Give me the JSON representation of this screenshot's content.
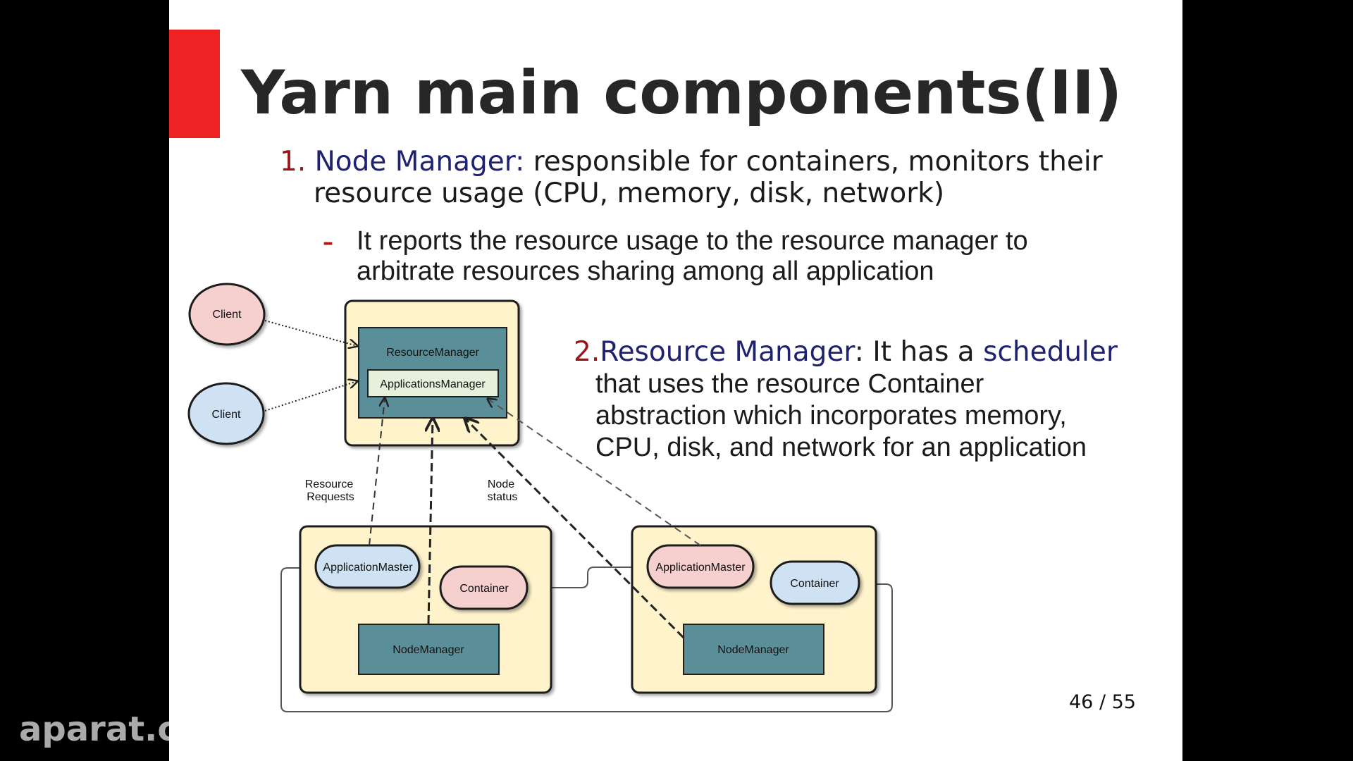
{
  "slide": {
    "title": "Yarn main components(II)",
    "point1": {
      "number": "1.",
      "term": "Node Manager",
      "colon": ":",
      "line1_rest": " responsible for containers, monitors their",
      "line2": "resource usage (CPU, memory, disk, network)"
    },
    "sub": {
      "dash": "–",
      "line1": "It reports the resource usage to the resource manager to",
      "line2": "arbitrate resources sharing among all application"
    },
    "point2": {
      "number": "2.",
      "term": "Resource Manager",
      "mid": ": It has a ",
      "term2": "scheduler",
      "line2": "that uses the resource Container",
      "line3": "abstraction which incorporates memory,",
      "line4": "CPU, disk, and network for an application"
    },
    "page": "46 / 55"
  },
  "diagram": {
    "client_top": "Client",
    "client_bottom": "Client",
    "resource_manager": "ResourceManager",
    "applications_manager": "ApplicationsManager",
    "resource_requests_l1": "Resource",
    "resource_requests_l2": "Requests",
    "node_status_l1": "Node",
    "node_status_l2": "status",
    "app_master_left": "ApplicationMaster",
    "container_left": "Container",
    "node_manager_left": "NodeManager",
    "app_master_right": "ApplicationMaster",
    "container_right": "Container",
    "node_manager_right": "NodeManager"
  },
  "watermark": "aparat.com",
  "colors": {
    "accent": "#ee2222",
    "term": "#1e2270",
    "number": "#9a1418"
  }
}
